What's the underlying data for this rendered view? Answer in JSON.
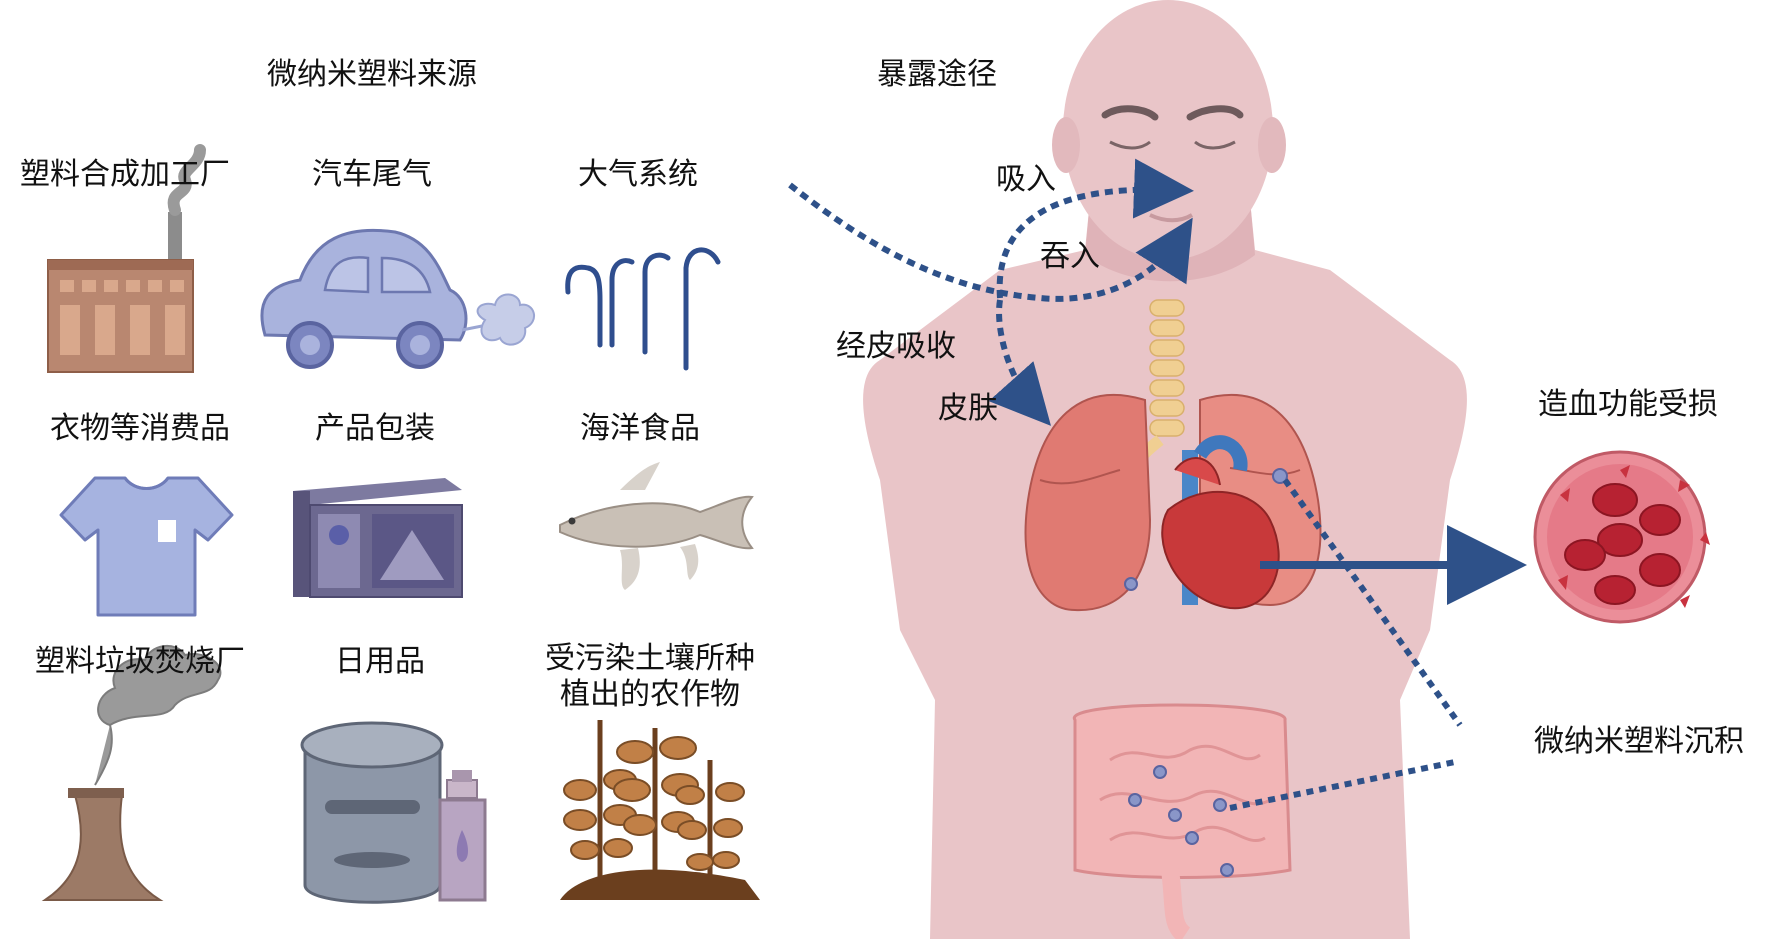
{
  "sources": {
    "title": "微纳米塑料来源",
    "items": [
      {
        "label": "塑料合成加工厂",
        "icon": "factory-icon"
      },
      {
        "label": "汽车尾气",
        "icon": "car-exhaust-icon"
      },
      {
        "label": "大气系统",
        "icon": "atmosphere-fibers-icon"
      },
      {
        "label": "衣物等消费品",
        "icon": "tshirt-icon"
      },
      {
        "label": "产品包装",
        "icon": "package-box-icon"
      },
      {
        "label": "海洋食品",
        "icon": "fish-icon"
      },
      {
        "label": "塑料垃圾焚烧厂",
        "icon": "incinerator-icon"
      },
      {
        "label": "日用品",
        "icon": "container-bottle-icon"
      },
      {
        "label_line1": "受污染土壤所种",
        "label_line2": "植出的农作物",
        "icon": "crops-icon"
      }
    ]
  },
  "exposure": {
    "title": "暴露途径",
    "inhale": "吸入",
    "swallow": "吞入",
    "dermal": "经皮吸收",
    "skin": "皮肤"
  },
  "effects": {
    "hematopoietic": "造血功能受损",
    "deposit": "微纳米塑料沉积"
  },
  "colors": {
    "arrow": "#2e5189",
    "skin": "#e9c5c8",
    "lung": "#e07a72",
    "blood_cell": "#c9242f",
    "plastic_blue": "#8a96c8"
  }
}
